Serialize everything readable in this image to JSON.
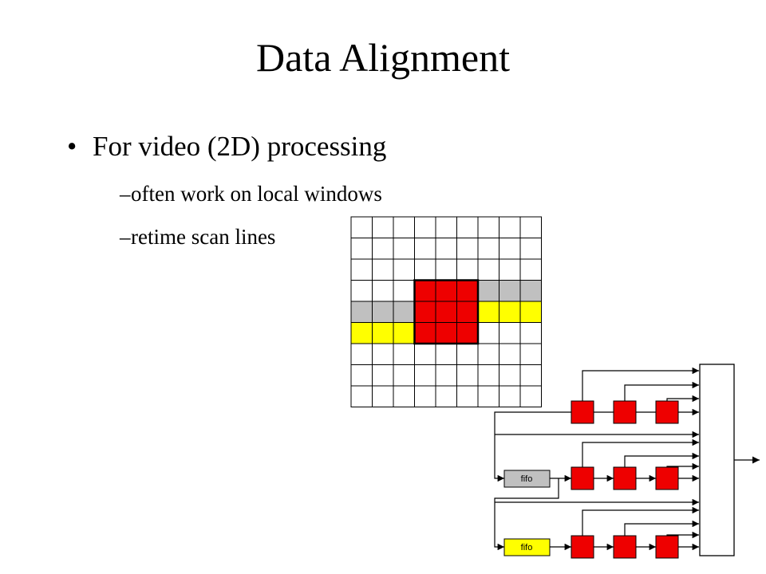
{
  "slide": {
    "title": "Data Alignment",
    "bullet": "For video (2D) processing",
    "sub_items": [
      "often work on local windows",
      "retime scan lines"
    ]
  },
  "grid": {
    "rows": 9,
    "cols": 9,
    "colors": {
      "red": "#ee0000",
      "gray": "#c0c0c0",
      "yellow": "#ffff00",
      "white": "#ffffff"
    },
    "filled_cells": [
      {
        "row": 3,
        "cols": [
          3,
          4,
          5
        ],
        "color": "red"
      },
      {
        "row": 3,
        "cols": [
          6,
          7,
          8
        ],
        "color": "gray"
      },
      {
        "row": 4,
        "cols": [
          0,
          1,
          2
        ],
        "color": "gray"
      },
      {
        "row": 4,
        "cols": [
          3,
          4,
          5
        ],
        "color": "red"
      },
      {
        "row": 4,
        "cols": [
          6,
          7,
          8
        ],
        "color": "yellow"
      },
      {
        "row": 5,
        "cols": [
          0,
          1,
          2
        ],
        "color": "yellow"
      },
      {
        "row": 5,
        "cols": [
          3,
          4,
          5
        ],
        "color": "red"
      }
    ],
    "window_outline": "3x3 red window"
  },
  "circuit": {
    "fifos": [
      {
        "label": "fifo",
        "color": "#c0c0c0"
      },
      {
        "label": "fifo",
        "color": "#ffff00"
      }
    ],
    "register_color": "#ee0000",
    "register_rows": 3,
    "registers_per_row": 3
  }
}
